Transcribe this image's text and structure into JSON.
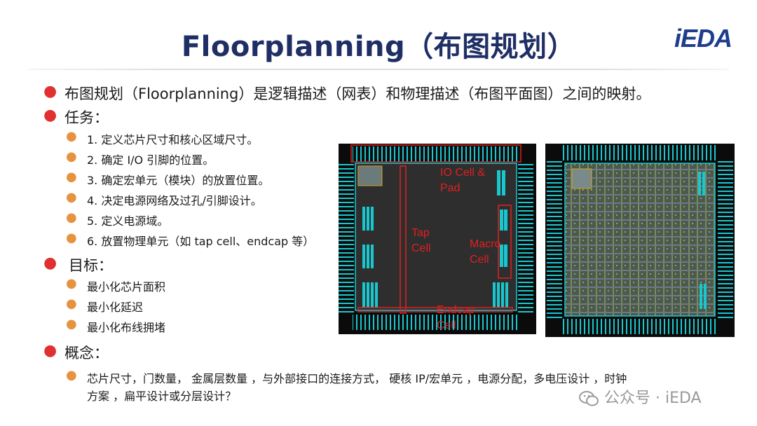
{
  "title": "Floorplanning（布图规划）",
  "logo": "iEDA",
  "bullets": [
    {
      "text": "布图规划（Floorplanning）是逻辑描述（网表）和物理描述（布图平面图）之间的映射。"
    },
    {
      "text": "任务："
    },
    {
      "text": "目标："
    },
    {
      "text": "概念："
    }
  ],
  "tasks": [
    "1. 定义芯片尺寸和核心区域尺寸。",
    "2. 确定 I/O 引脚的位置。",
    "3. 确定宏单元（模块）的放置位置。",
    "4. 决定电源网络及过孔/引脚设计。",
    "5. 定义电源域。",
    "6. 放置物理单元（如 tap cell、endcap 等）"
  ],
  "goals": [
    "最小化芯片面积",
    "最小化延迟",
    "最小化布线拥堵"
  ],
  "concepts": {
    "line1": "芯片尺寸，门数量， 金属层数量 ，与外部接口的连接方式， 硬核 IP/宏单元 ，电源分配，多电压设计 ，时钟",
    "line2": "方案 ，扁平设计或分层设计？"
  },
  "figure_labels": {
    "io": "IO Cell &",
    "io2": "Pad",
    "tap": "Tap",
    "tap2": "Cell",
    "macro": "Macro",
    "macro2": "Cell",
    "endcap": "Endcap",
    "endcap2": "Cell"
  },
  "watermark": "公众号 · iEDA",
  "colors": {
    "title": "#1f2f66",
    "bullet_dot": "#e03030",
    "sub_dot": "#e69340",
    "cell_cyan": "#19c8cf",
    "annotation_red": "#e02020"
  }
}
